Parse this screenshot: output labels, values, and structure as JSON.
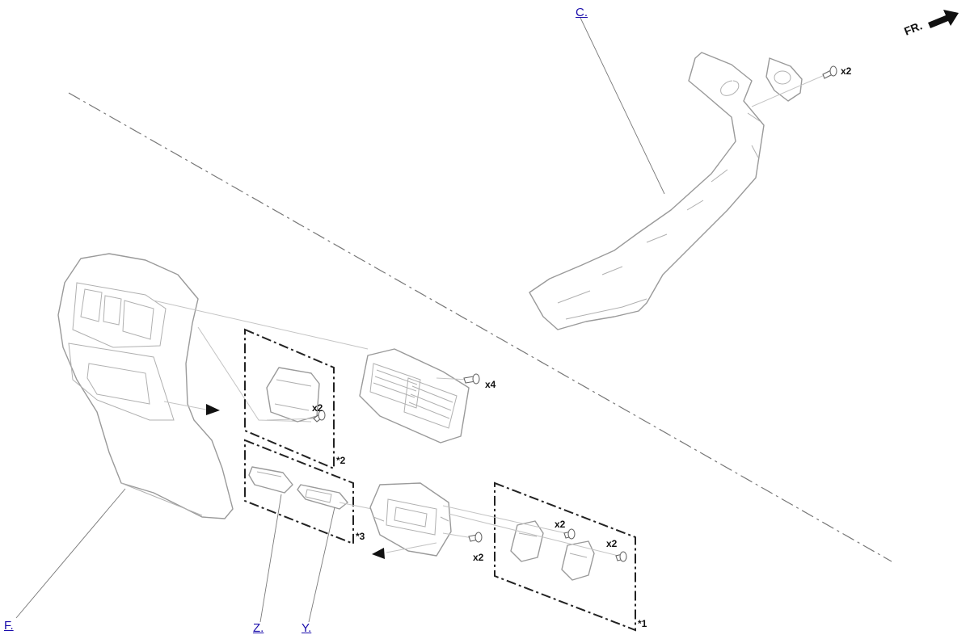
{
  "callouts": {
    "c": "C.",
    "f": "F.",
    "z": "Z.",
    "y": "Y."
  },
  "front_indicator": "FR.",
  "quantities": {
    "panel_screws": "x2",
    "vent_screws": "x4",
    "bracket_screws": "x2",
    "switch_housing_screws": "x2",
    "left_switch_screws": "x2",
    "right_switch_screws": "x2"
  },
  "notes": {
    "group_1": "*1",
    "group_2": "*2",
    "group_3": "*3"
  },
  "colors": {
    "link": "#1a0dab",
    "line": "#9a9a9a",
    "ink": "#111111"
  }
}
